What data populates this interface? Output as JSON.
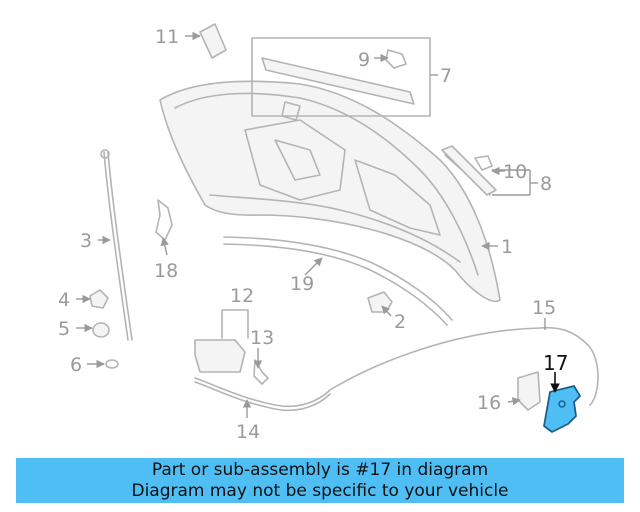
{
  "callouts": {
    "c1": "1",
    "c2": "2",
    "c3": "3",
    "c4": "4",
    "c5": "5",
    "c6": "6",
    "c7": "7",
    "c8": "8",
    "c9": "9",
    "c10": "10",
    "c11": "11",
    "c12": "12",
    "c13": "13",
    "c14": "14",
    "c15": "15",
    "c16": "16",
    "c17": "17",
    "c18": "18",
    "c19": "19"
  },
  "highlight": {
    "part_number": "17",
    "color": "#4fbef5"
  },
  "banner": {
    "line1": "Part or sub-assembly is #17 in diagram",
    "line2": "Diagram may not be specific to your vehicle"
  }
}
